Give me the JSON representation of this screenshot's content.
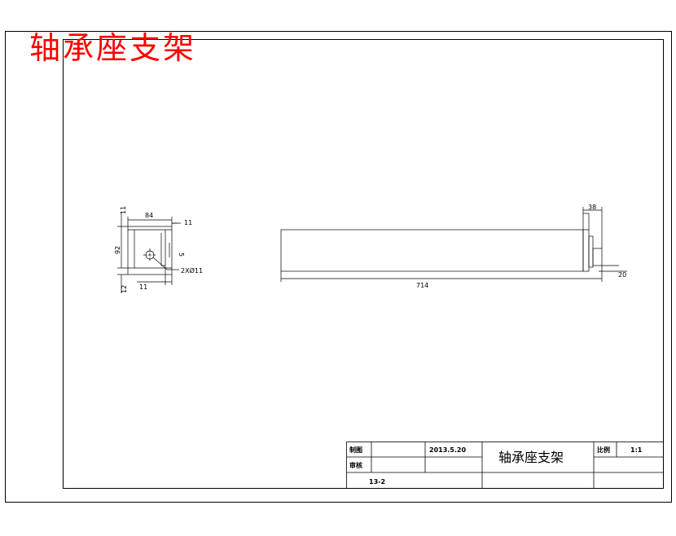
{
  "heading": "轴承座支架",
  "side_view": {
    "dims": {
      "top_left": "11",
      "width": "84",
      "top_right": "11",
      "height": "92",
      "slot": "5",
      "holes": "2XØ11",
      "bottom_left": "12",
      "bottom": "11"
    }
  },
  "front_view": {
    "dims": {
      "length": "714",
      "top_right": "38",
      "right_offset": "20"
    }
  },
  "title_block": {
    "drawn_label": "制图",
    "checked_label": "审核",
    "date": "2013.5.20",
    "part_name": "轴承座支架",
    "scale_label": "比例",
    "scale_value": "1:1",
    "drawing_no": "13-2"
  }
}
